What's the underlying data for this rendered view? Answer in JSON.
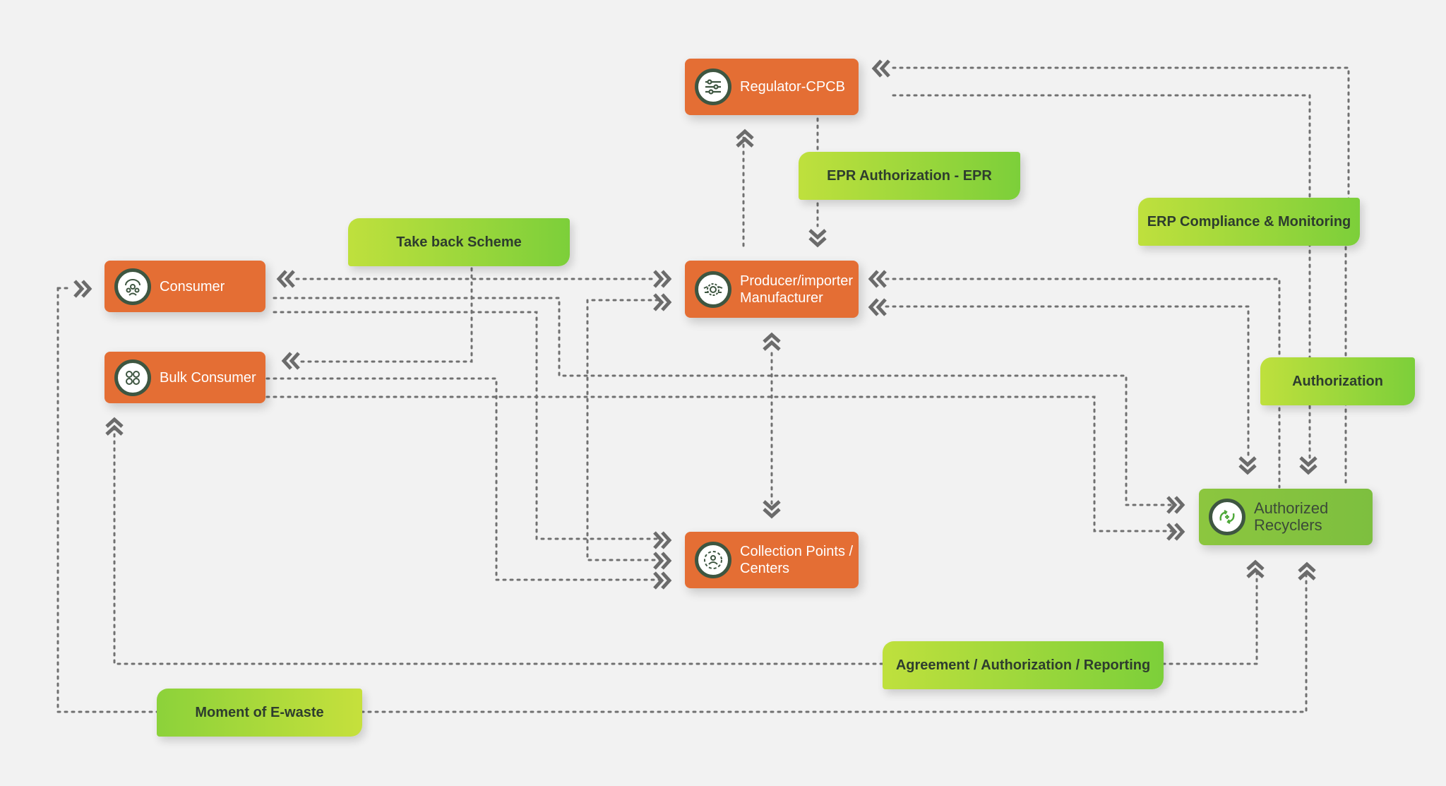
{
  "nodes": {
    "regulator": {
      "label": "Regulator-CPCB",
      "icon": "sliders-icon"
    },
    "consumer": {
      "label": "Consumer",
      "icon": "group-people-icon"
    },
    "bulk_consumer": {
      "label": "Bulk Consumer",
      "icon": "grid-people-icon"
    },
    "producer": {
      "label": "Producer/importer\nManufacturer",
      "icon": "gear-handshake-icon"
    },
    "collection": {
      "label": "Collection Points /\nCenters",
      "icon": "person-target-icon"
    },
    "recyclers": {
      "label": "Authorized\nRecyclers",
      "icon": "recycle-plug-icon"
    }
  },
  "tags": {
    "epr_authorization": "EPR Authorization - EPR",
    "take_back": "Take back Scheme",
    "erp_compliance": "ERP Compliance & Monitoring",
    "authorization": "Authorization",
    "agreement": "Agreement / Authorization / Reporting",
    "moment": "Moment of E-waste"
  },
  "colors": {
    "node_orange": "#e46e34",
    "node_green": "#8cc63f",
    "tag_green": "#a6d83c",
    "line": "#6b6b6b",
    "icon_ring": "#3e5641"
  }
}
